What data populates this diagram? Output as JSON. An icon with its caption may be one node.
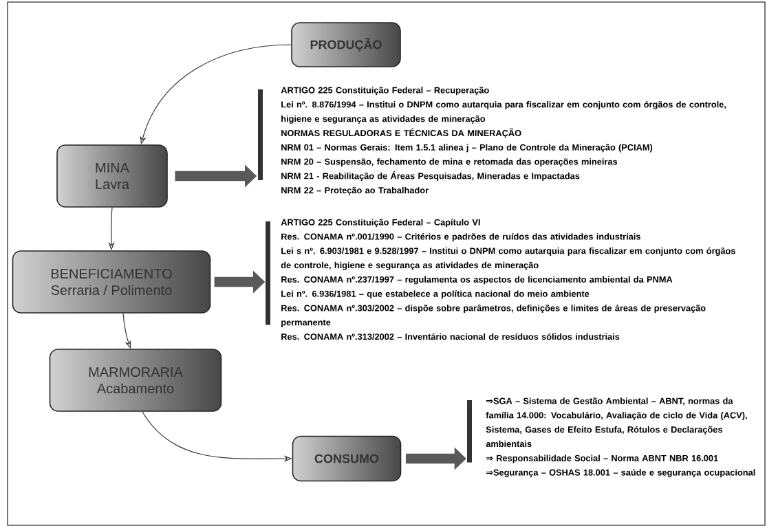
{
  "diagram": {
    "nodes": [
      {
        "text": [
          "PRODUÇÃO"
        ]
      },
      {
        "text": [
          "MINA",
          "Lavra"
        ]
      },
      {
        "text": [
          "BENEFICIAMENTO",
          "Serraria / Polimento"
        ]
      },
      {
        "text": [
          "MARMORARIA",
          "Acabamento"
        ]
      },
      {
        "text": [
          "CONSUMO"
        ]
      },
      {
        "text": [
          "ARTIGO 225 Constituição Federal – Recuperação",
          "Lei nº. 8.876/1994 – Institui o DNPM como autarquia para fiscalizar em conjunto com órgãos de controle, higiene e segurança as atividades de mineração",
          "NORMAS REGULADORAS E TÉCNICAS DA MINERAÇÃO",
          "NRM 01 – Normas Gerais: Item 1.5.1 alinea j – Plano de Controle da Mineração (PCIAM)",
          "NRM 20 – Suspensão, fechamento de mina e retomada das operações mineiras",
          "NRM 21 - Reabilitação de Áreas Pesquisadas, Mineradas e Impactadas",
          "NRM 22 – Proteção ao Trabalhador"
        ]
      },
      {
        "text": [
          "ARTIGO 225 Constituição Federal – Capítulo VI",
          "Res. CONAMA nº.001/1990 – Critérios e padrões de ruídos das atividades industriais",
          "Lei s nº. 6.903/1981 e 9.528/1997 – Institui o DNPM como autarquia para fiscalizar em conjunto com órgãos de controle, higiene e segurança as atividades de mineração",
          "Res. CONAMA nº.237/1997 – regulamenta os aspectos de licenciamento ambiental da PNMA",
          "Lei nº. 6.936/1981 – que estabelece a política nacional do meio ambiente",
          "Res. CONAMA nº.303/2002 – dispõe sobre parâmetros, definições e limites de áreas de preservação permanente",
          "Res. CONAMA nº.313/2002 – Inventário nacional de resíduos sólidos industriais"
        ]
      },
      {
        "text": [
          "⇒SGA – Sistema de Gestão Ambiental – ABNT, normas da família 14.000: Vocabulário, Avaliação de ciclo de Vida (ACV), Sistema, Gases de Efeito Estufa, Rótulos e Declarações ambientais",
          "⇒ Responsabilidade Social – Norma ABNT NBR 16.001",
          "⇒Segurança – OSHAS 18.001 – saúde e segurança ocupacional"
        ]
      }
    ],
    "edges": [
      {
        "from": 0,
        "to": 1,
        "arrow": "to"
      },
      {
        "from": 1,
        "to": 2,
        "arrow": "to"
      },
      {
        "from": 2,
        "to": 3,
        "arrow": "to"
      },
      {
        "from": 3,
        "to": 4,
        "arrow": "to"
      },
      {
        "from": 1,
        "to": 5,
        "arrow": "to",
        "style": "thick"
      },
      {
        "from": 2,
        "to": 6,
        "arrow": "to",
        "style": "thick"
      },
      {
        "from": 4,
        "to": 7,
        "arrow": "to",
        "style": "thick"
      }
    ]
  }
}
